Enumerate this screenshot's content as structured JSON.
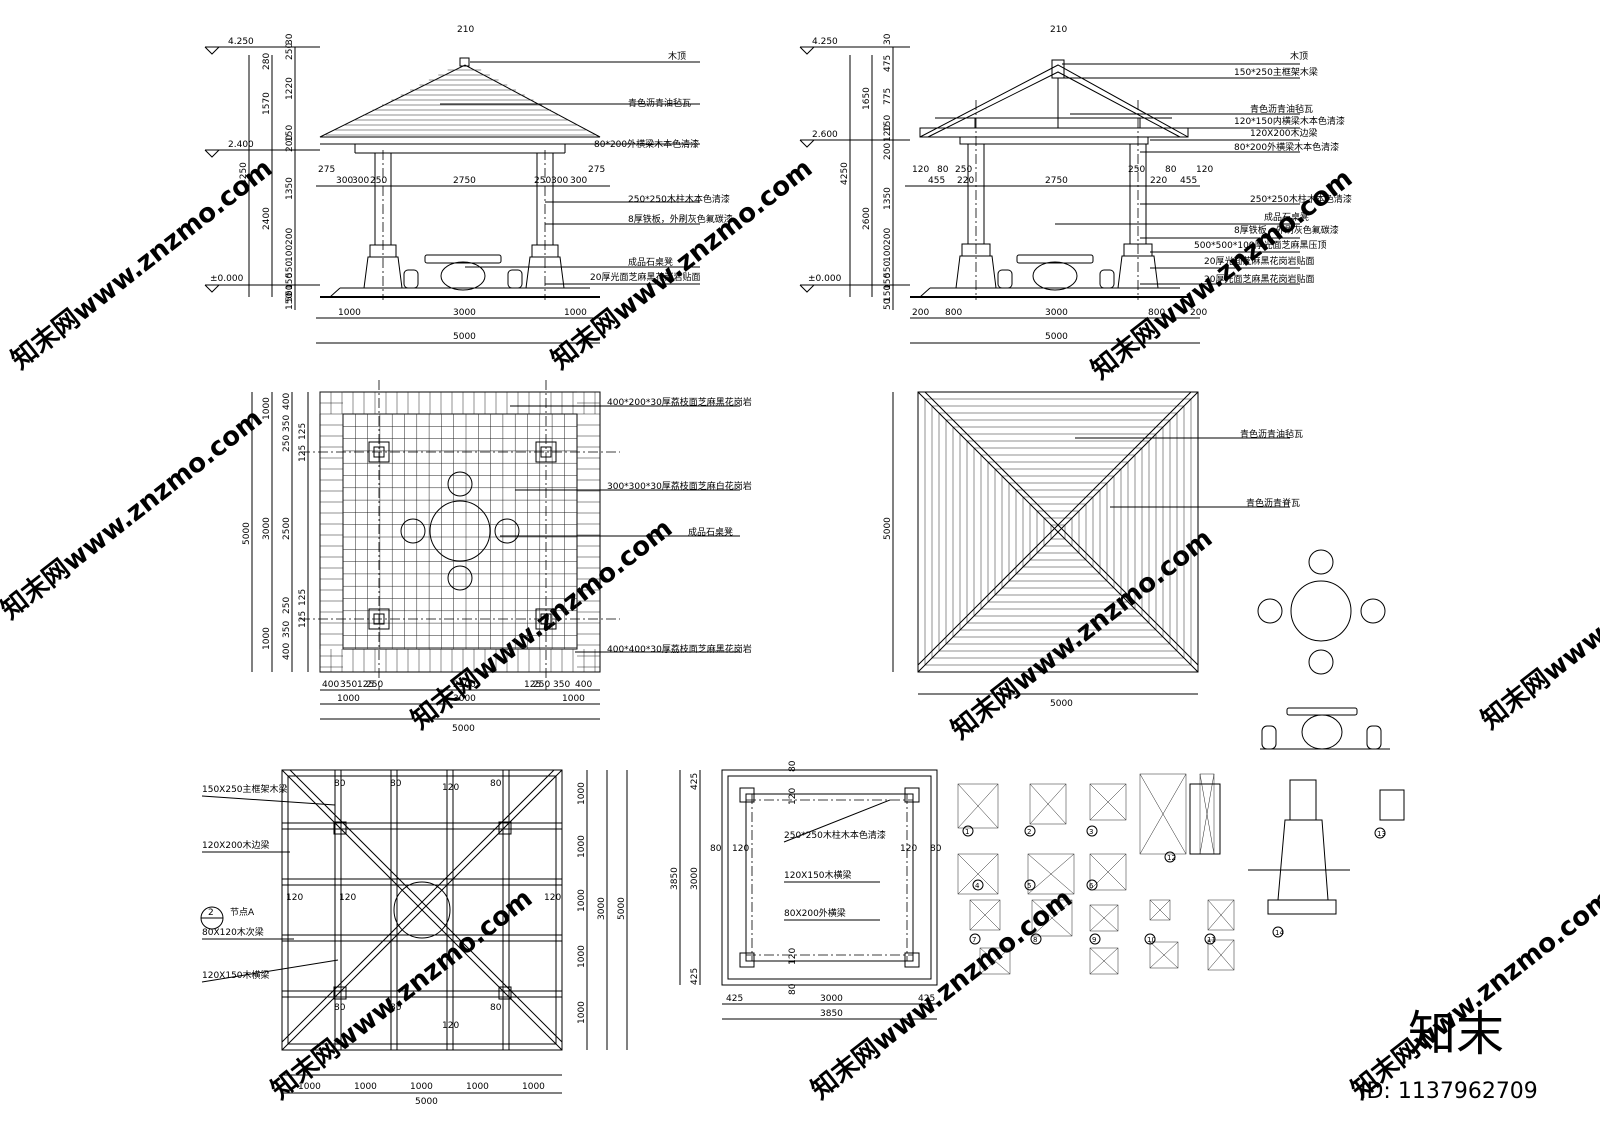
{
  "elevation_front": {
    "levels": [
      "4.250",
      "2.400",
      "±0.000"
    ],
    "top_dim": "210",
    "v_dims_outer": [
      "4250"
    ],
    "v_dims_mid": [
      "1570",
      "2400"
    ],
    "v_dims_inner": [
      "30",
      "250",
      "1220",
      "150",
      "200",
      "1350",
      "200",
      "100",
      "550",
      "150",
      "50",
      "50",
      "150"
    ],
    "v_dims_left": [
      "280"
    ],
    "h_dims_top": [
      "275",
      "300",
      "300",
      "250",
      "2750",
      "250",
      "300",
      "300",
      "275"
    ],
    "h_dims_bottom": [
      "1000",
      "3000",
      "1000"
    ],
    "h_total": "5000",
    "labels": [
      "木顶",
      "青色沥青油毡瓦",
      "80*200外横梁木本色清漆",
      "250*250木柱木本色清漆",
      "8厚铁板，外刷灰色氟碳漆",
      "成品石桌凳",
      "20厚光面芝麻黑花岗岩贴面"
    ]
  },
  "elevation_side": {
    "levels": [
      "4.250",
      "2.600",
      "±0.000"
    ],
    "top_dim": "210",
    "v_dims_outer": [
      "4250"
    ],
    "v_dims_mid": [
      "1650",
      "2600"
    ],
    "v_dims_inner": [
      "30",
      "475",
      "775",
      "150",
      "120",
      "200",
      "1350",
      "200",
      "100",
      "550",
      "150",
      "150",
      "50"
    ],
    "h_dims_top": [
      "120",
      "80",
      "250",
      "455",
      "220",
      "2750",
      "250",
      "220",
      "80",
      "455",
      "120"
    ],
    "h_dims_bottom": [
      "200",
      "800",
      "3000",
      "800",
      "200"
    ],
    "h_total": "5000",
    "labels": [
      "木顶",
      "150*250主框架木梁",
      "青色沥青油毡瓦",
      "120*150内横梁木本色清漆",
      "120X200木边梁",
      "80*200外横梁木本色清漆",
      "250*250木柱木本色清漆",
      "成品石桌凳",
      "8厚铁板，外刷灰色氟碳漆",
      "500*500*100厚光面芝麻黑压顶",
      "20厚光面芝麻黑花岗岩贴面",
      "20厚光面芝麻黑花岗岩贴面"
    ]
  },
  "paving_plan": {
    "v_total": "5000",
    "v_dims_a": [
      "1000",
      "3000",
      "1000"
    ],
    "v_dims_b": [
      "400",
      "350",
      "250",
      "2500",
      "250",
      "350",
      "400"
    ],
    "v_dims_c": [
      "125",
      "125",
      "125",
      "125"
    ],
    "h_dims_a": [
      "400",
      "350",
      "125",
      "250",
      "2500",
      "125",
      "250",
      "350",
      "400"
    ],
    "h_dims_b": [
      "1000",
      "3000",
      "1000"
    ],
    "h_total": "5000",
    "labels": [
      "400*200*30厚荔枝面芝麻黑花岗岩",
      "300*300*30厚荔枝面芝麻白花岗岩",
      "成品石桌凳",
      "400*400*30厚荔枝面芝麻黑花岗岩"
    ]
  },
  "roof_plan": {
    "v_total": "5000",
    "h_total": "5000",
    "labels": [
      "青色沥青油毡瓦",
      "青色沥青脊瓦"
    ]
  },
  "framing_plan": {
    "labels": [
      "150X250主框架木梁",
      "120X200木边梁",
      "节点A",
      "80X120木次梁",
      "120X150木横梁"
    ],
    "detail_number": "2",
    "dims_80": "80",
    "dims_120": "120",
    "v_dims": [
      "1000",
      "1000",
      "1000",
      "1000",
      "1000"
    ],
    "v_mid": "3000",
    "v_total": "5000",
    "h_dims": [
      "1000",
      "1000",
      "1000",
      "1000",
      "1000"
    ],
    "h_total": "5000"
  },
  "column_plan": {
    "labels": [
      "250*250木柱木本色清漆",
      "120X150木横梁",
      "80X200外横梁"
    ],
    "top_dim": "80",
    "v_dims": [
      "425",
      "3000",
      "425"
    ],
    "v_total": "3850",
    "h_dims": [
      "425",
      "3000",
      "425"
    ],
    "h_total": "3850",
    "dim_120": "120",
    "dim_80": "80"
  },
  "details": {
    "numbers": [
      "1",
      "2",
      "3",
      "4",
      "5",
      "6",
      "7",
      "8",
      "9",
      "10",
      "11",
      "12",
      "13",
      "14"
    ]
  },
  "watermark": {
    "site": "知末网www.znzmo.com",
    "brand": "知末",
    "id": "ID: 1137962709"
  }
}
